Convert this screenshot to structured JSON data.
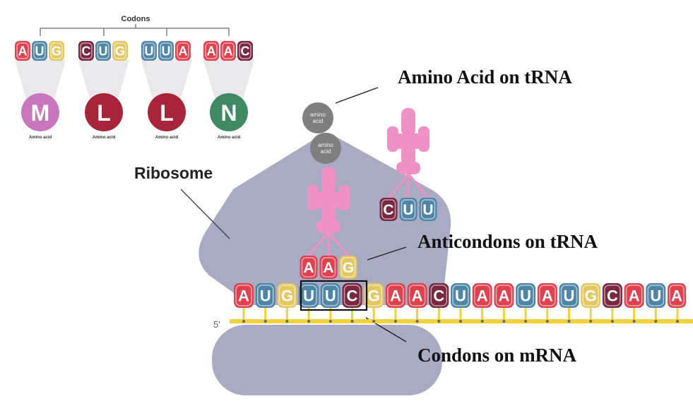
{
  "legend": {
    "title": "Codons",
    "codons": [
      {
        "bases": [
          "A",
          "U",
          "G"
        ],
        "amino": "M",
        "amino_caption": "Amino acid",
        "amino_color": "#c877bd"
      },
      {
        "bases": [
          "C",
          "U",
          "G"
        ],
        "amino": "L",
        "amino_caption": "Amino acid",
        "amino_color": "#a8243a"
      },
      {
        "bases": [
          "U",
          "U",
          "A"
        ],
        "amino": "L",
        "amino_caption": "Amino acid",
        "amino_color": "#a8243a"
      },
      {
        "bases": [
          "A",
          "A",
          "C"
        ],
        "amino": "N",
        "amino_caption": "Amino acid",
        "amino_color": "#3f8a63"
      }
    ]
  },
  "ribosome_label": "Ribosome",
  "amino_acid_label": "amino acid",
  "callouts": {
    "amino_acid_on_trna": "Amino Acid on tRNA",
    "anticodons_on_trna": "Anticondons on tRNA",
    "codons_on_mrna": "Condons on mRNA"
  },
  "mrna": {
    "five_prime_label": "5'",
    "sequence": [
      "A",
      "U",
      "G",
      "U",
      "U",
      "C",
      "G",
      "A",
      "A",
      "C",
      "U",
      "A",
      "A",
      "U",
      "A",
      "U",
      "G",
      "C",
      "A",
      "U",
      "A"
    ],
    "highlighted_codon": [
      3,
      5
    ]
  },
  "trna_left": {
    "anticodon": [
      "A",
      "A",
      "G"
    ]
  },
  "trna_right": {
    "anticodon": [
      "C",
      "U",
      "U"
    ]
  },
  "colors": {
    "A": "#e0414f",
    "U": "#4f86a8",
    "G": "#e3c763",
    "C": "#7a2740",
    "ribosome": "#a9abc4",
    "trna": "#f091c6",
    "amino_ball": "#7f7f7f",
    "backbone": "#f0d23a"
  }
}
